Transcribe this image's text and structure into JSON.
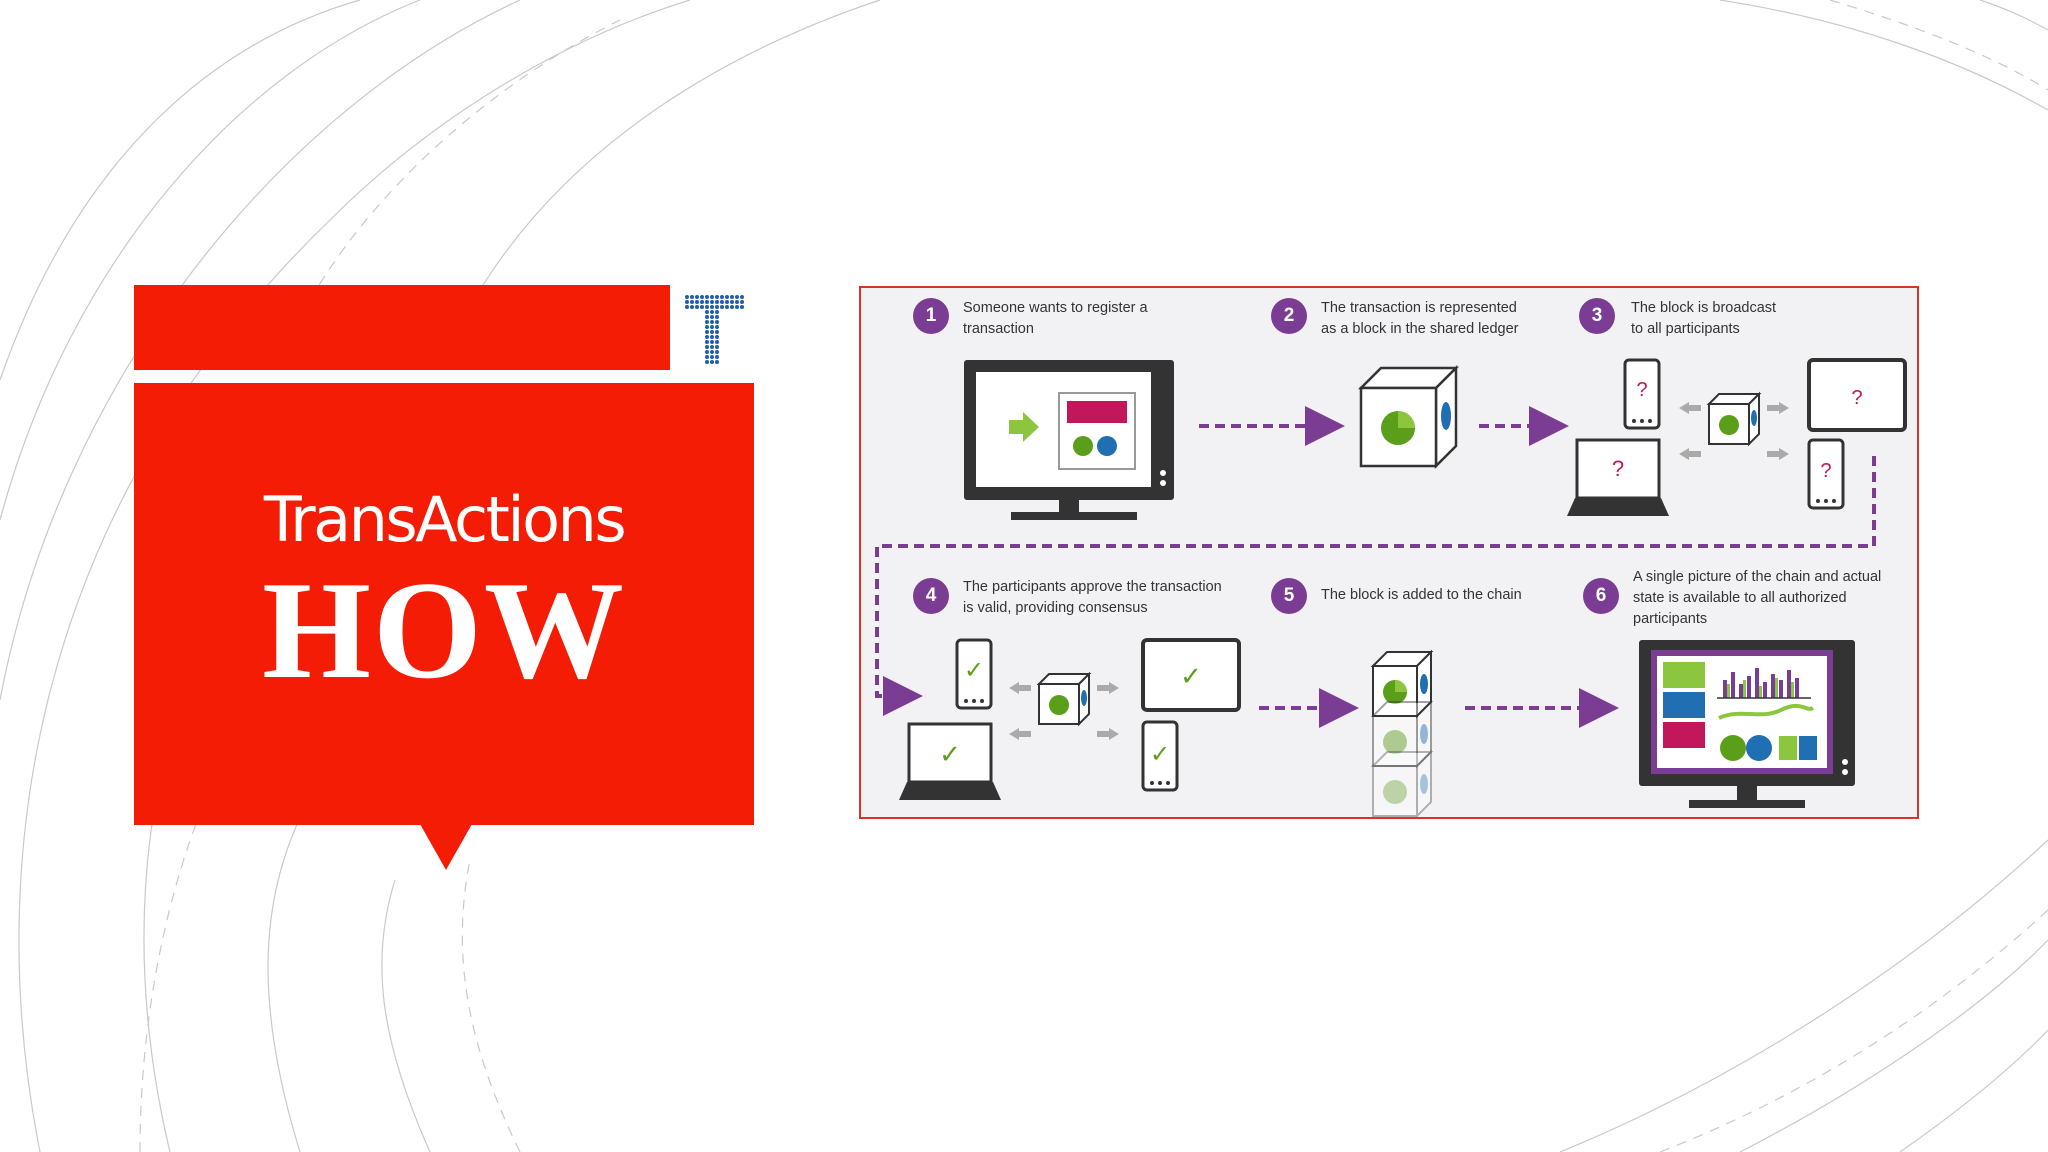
{
  "slide": {
    "title": "TransActions",
    "heading": "HOW"
  },
  "colors": {
    "card_red": "#f41c04",
    "logo_blue": "#1f5fa8",
    "diagram_border": "#d9332b",
    "step_purple": "#7b3c94",
    "check_green": "#5a9e1a",
    "question_magenta": "#c2185b"
  },
  "diagram": {
    "steps": [
      {
        "number": "1",
        "text_lines": [
          "Someone wants to register a",
          "transaction"
        ]
      },
      {
        "number": "2",
        "text_lines": [
          "The transaction is represented",
          "as a block in the shared ledger"
        ]
      },
      {
        "number": "3",
        "text_lines": [
          "The block is broadcast",
          "to all participants"
        ]
      },
      {
        "number": "4",
        "text_lines": [
          "The participants approve the transaction",
          "is valid, providing consensus"
        ]
      },
      {
        "number": "5",
        "text_lines": [
          "The block is added to the chain"
        ]
      },
      {
        "number": "6",
        "text_lines": [
          "A single picture of the chain and actual",
          "state is available to all authorized",
          "participants"
        ]
      }
    ],
    "unknown_mark": "?",
    "approved_mark": "✓"
  }
}
